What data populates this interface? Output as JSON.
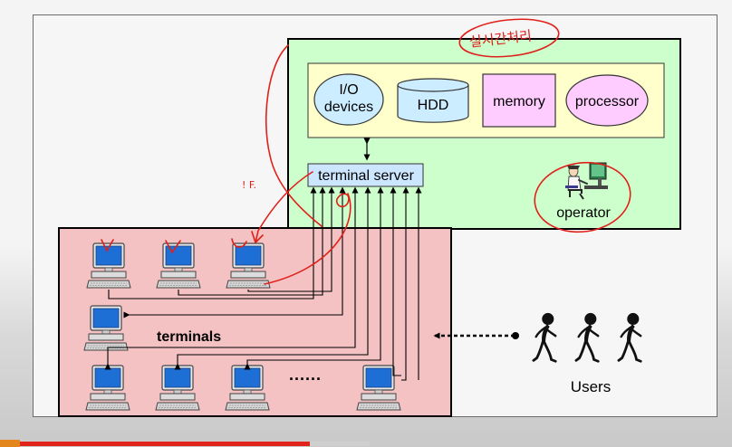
{
  "labels": {
    "io_devices_line1": "I/O",
    "io_devices_line2": "devices",
    "hdd": "HDD",
    "memory": "memory",
    "processor": "processor",
    "terminal_server": "terminal server",
    "operator": "operator",
    "terminals": "terminals",
    "ellipsis": "......",
    "users": "Users"
  },
  "annotations": {
    "top_scribble": "실시간처리",
    "side_scribble": "!\nF."
  },
  "colors": {
    "system_box_fill": "#ccffcc",
    "inner_box_fill": "#ffffcc",
    "component_fill": "#ccecff",
    "memory_fill": "#ffccff",
    "processor_fill": "#ffccff",
    "terminal_area_fill": "#f4c2c2",
    "server_fill": "#cce6ff",
    "annotation_red": "#e0201a",
    "monitor_screen": "#1d6fd6"
  },
  "icons": {
    "terminal": "computer-terminal-icon",
    "operator": "operator-at-workstation-icon",
    "user": "walking-user-figure-icon"
  }
}
